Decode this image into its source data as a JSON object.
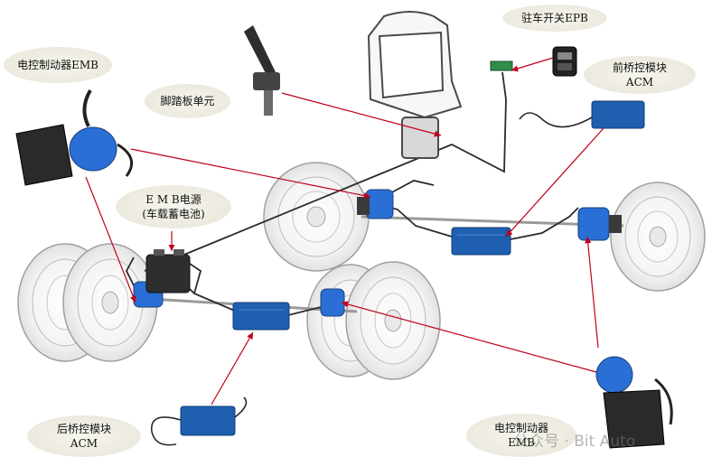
{
  "labels": {
    "epb_switch": "驻车开关EPB",
    "emb_top_left": "电控制动器EMB",
    "pedal_unit": "脚踏板单元",
    "front_acm_l1": "前桥控模块",
    "front_acm_l2": "ACM",
    "emb_power_l1": "E M B电源",
    "emb_power_l2": "(车载蓄电池)",
    "rear_acm_l1": "后桥控模块",
    "rear_acm_l2": "ACM",
    "emb_bottom_l1": "电控制动器",
    "emb_bottom_l2": "EMB"
  },
  "watermark": "公众号 · Bit Auto",
  "colors": {
    "arrow": "#c0001a",
    "module_blue": "#1f5fb0",
    "actuator_blue": "#2a6fd6",
    "wire": "#2b2b2b",
    "wheel_line": "#9a9a9a"
  }
}
